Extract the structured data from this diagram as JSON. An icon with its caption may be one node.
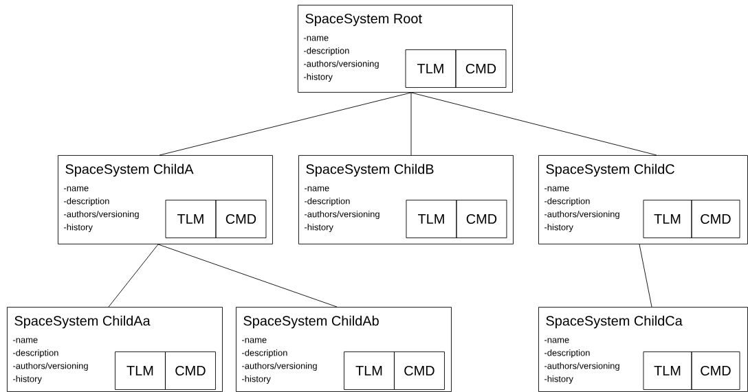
{
  "diagram": {
    "nodes": [
      {
        "text": [
          "SpaceSystem Root",
          "-name",
          "-description",
          "-authors/versioning",
          "-history"
        ]
      },
      {
        "text": [
          "TLM"
        ],
        "in": 0
      },
      {
        "text": [
          "CMD"
        ],
        "in": 0
      },
      {
        "text": [
          "SpaceSystem ChildA",
          "-name",
          "-description",
          "-authors/versioning",
          "-history"
        ]
      },
      {
        "text": [
          "TLM"
        ],
        "in": 3
      },
      {
        "text": [
          "CMD"
        ],
        "in": 3
      },
      {
        "text": [
          "SpaceSystem ChildB",
          "-name",
          "-description",
          "-authors/versioning",
          "-history"
        ]
      },
      {
        "text": [
          "TLM"
        ],
        "in": 6
      },
      {
        "text": [
          "CMD"
        ],
        "in": 6
      },
      {
        "text": [
          "SpaceSystem ChildC",
          "-name",
          "-description",
          "-authors/versioning",
          "-history"
        ]
      },
      {
        "text": [
          "TLM"
        ],
        "in": 9
      },
      {
        "text": [
          "CMD"
        ],
        "in": 9
      },
      {
        "text": [
          "SpaceSystem ChildAa",
          "-name",
          "-description",
          "-authors/versioning",
          "-history"
        ]
      },
      {
        "text": [
          "TLM"
        ],
        "in": 12
      },
      {
        "text": [
          "CMD"
        ],
        "in": 12
      },
      {
        "text": [
          "SpaceSystem ChildAb",
          "-name",
          "-description",
          "-authors/versioning",
          "-history"
        ]
      },
      {
        "text": [
          "TLM"
        ],
        "in": 15
      },
      {
        "text": [
          "CMD"
        ],
        "in": 15
      },
      {
        "text": [
          "SpaceSystem ChildCa",
          "-name",
          "-description",
          "-authors/versioning",
          "-history"
        ]
      },
      {
        "text": [
          "TLM"
        ],
        "in": 18
      },
      {
        "text": [
          "CMD"
        ],
        "in": 18
      }
    ],
    "edges": [
      {
        "from": 0,
        "to": 3,
        "arrow": "none"
      },
      {
        "from": 0,
        "to": 6,
        "arrow": "none"
      },
      {
        "from": 0,
        "to": 9,
        "arrow": "none"
      },
      {
        "from": 3,
        "to": 12,
        "arrow": "none"
      },
      {
        "from": 3,
        "to": 15,
        "arrow": "none"
      },
      {
        "from": 9,
        "to": 18,
        "arrow": "none"
      }
    ]
  }
}
